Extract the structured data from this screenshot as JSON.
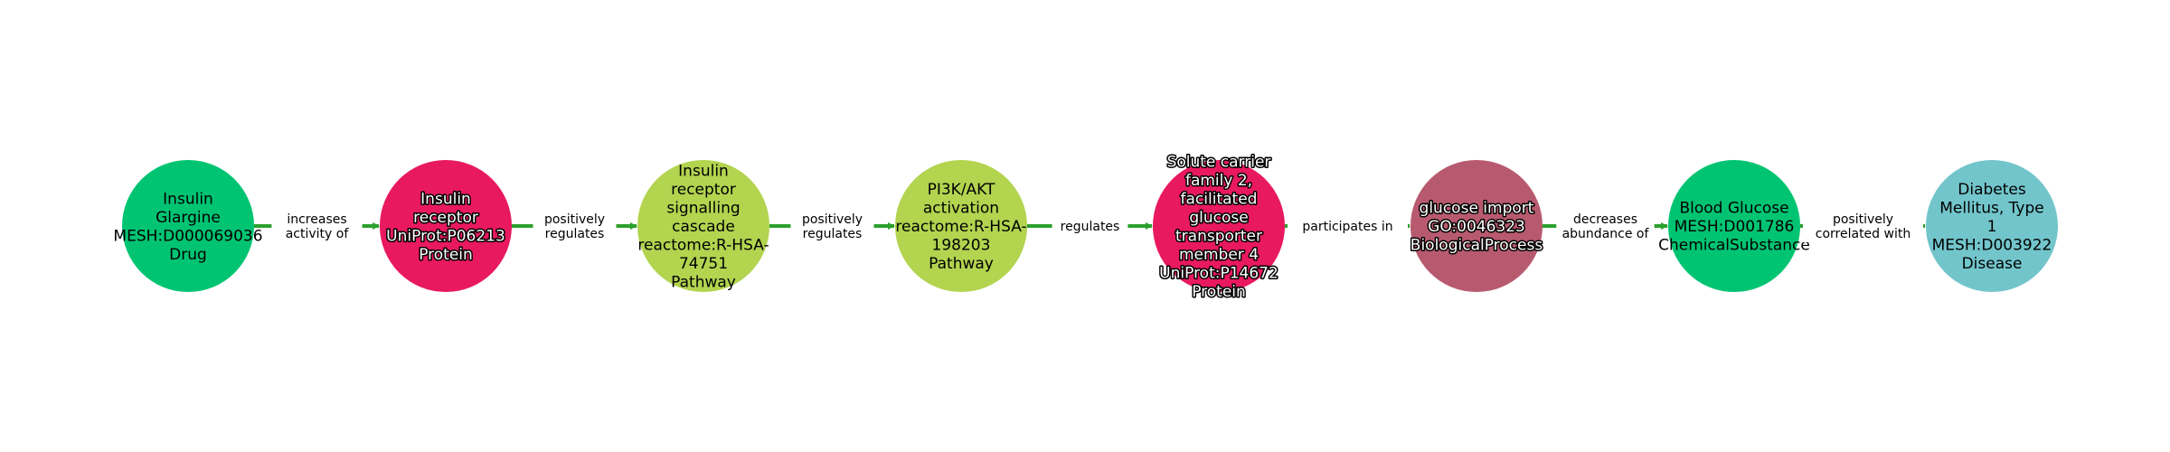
{
  "diagram": {
    "type": "knowledge-graph-path",
    "edge_color": "#2ca02c",
    "nodes": [
      {
        "id": "n1",
        "lines": [
          "Insulin",
          "Glargine",
          "MESH:D000069036",
          "Drug"
        ],
        "color": "#00c472",
        "label_style": "dark"
      },
      {
        "id": "n2",
        "lines": [
          "Insulin",
          "receptor",
          "UniProt:P06213",
          "Protein"
        ],
        "color": "#e8195f",
        "label_style": "halo"
      },
      {
        "id": "n3",
        "lines": [
          "Insulin",
          "receptor",
          "signalling",
          "cascade",
          "reactome:R-HSA-",
          "74751",
          "Pathway"
        ],
        "color": "#b2d44f",
        "label_style": "dark"
      },
      {
        "id": "n4",
        "lines": [
          "PI3K/AKT",
          "activation",
          "reactome:R-HSA-",
          "198203",
          "Pathway"
        ],
        "color": "#b2d44f",
        "label_style": "dark"
      },
      {
        "id": "n5",
        "lines": [
          "Solute carrier",
          "family 2,",
          "facilitated",
          "glucose",
          "transporter",
          "member 4",
          "UniProt:P14672",
          "Protein"
        ],
        "color": "#e8195f",
        "label_style": "halo"
      },
      {
        "id": "n6",
        "lines": [
          "glucose import",
          "GO:0046323",
          "BiologicalProcess"
        ],
        "color": "#b85a6f",
        "label_style": "halo"
      },
      {
        "id": "n7",
        "lines": [
          "Blood Glucose",
          "MESH:D001786",
          "ChemicalSubstance"
        ],
        "color": "#00c472",
        "label_style": "dark"
      },
      {
        "id": "n8",
        "lines": [
          "Diabetes",
          "Mellitus, Type",
          "1",
          "MESH:D003922",
          "Disease"
        ],
        "color": "#72c5cb",
        "label_style": "dark"
      }
    ],
    "edges": [
      {
        "from": "n1",
        "to": "n2",
        "lines": [
          "increases",
          "activity of"
        ]
      },
      {
        "from": "n2",
        "to": "n3",
        "lines": [
          "positively",
          "regulates"
        ]
      },
      {
        "from": "n3",
        "to": "n4",
        "lines": [
          "positively",
          "regulates"
        ]
      },
      {
        "from": "n4",
        "to": "n5",
        "lines": [
          "regulates"
        ]
      },
      {
        "from": "n5",
        "to": "n6",
        "lines": [
          "participates in"
        ]
      },
      {
        "from": "n6",
        "to": "n7",
        "lines": [
          "decreases",
          "abundance of"
        ]
      },
      {
        "from": "n7",
        "to": "n8",
        "lines": [
          "positively",
          "correlated with"
        ]
      }
    ]
  }
}
